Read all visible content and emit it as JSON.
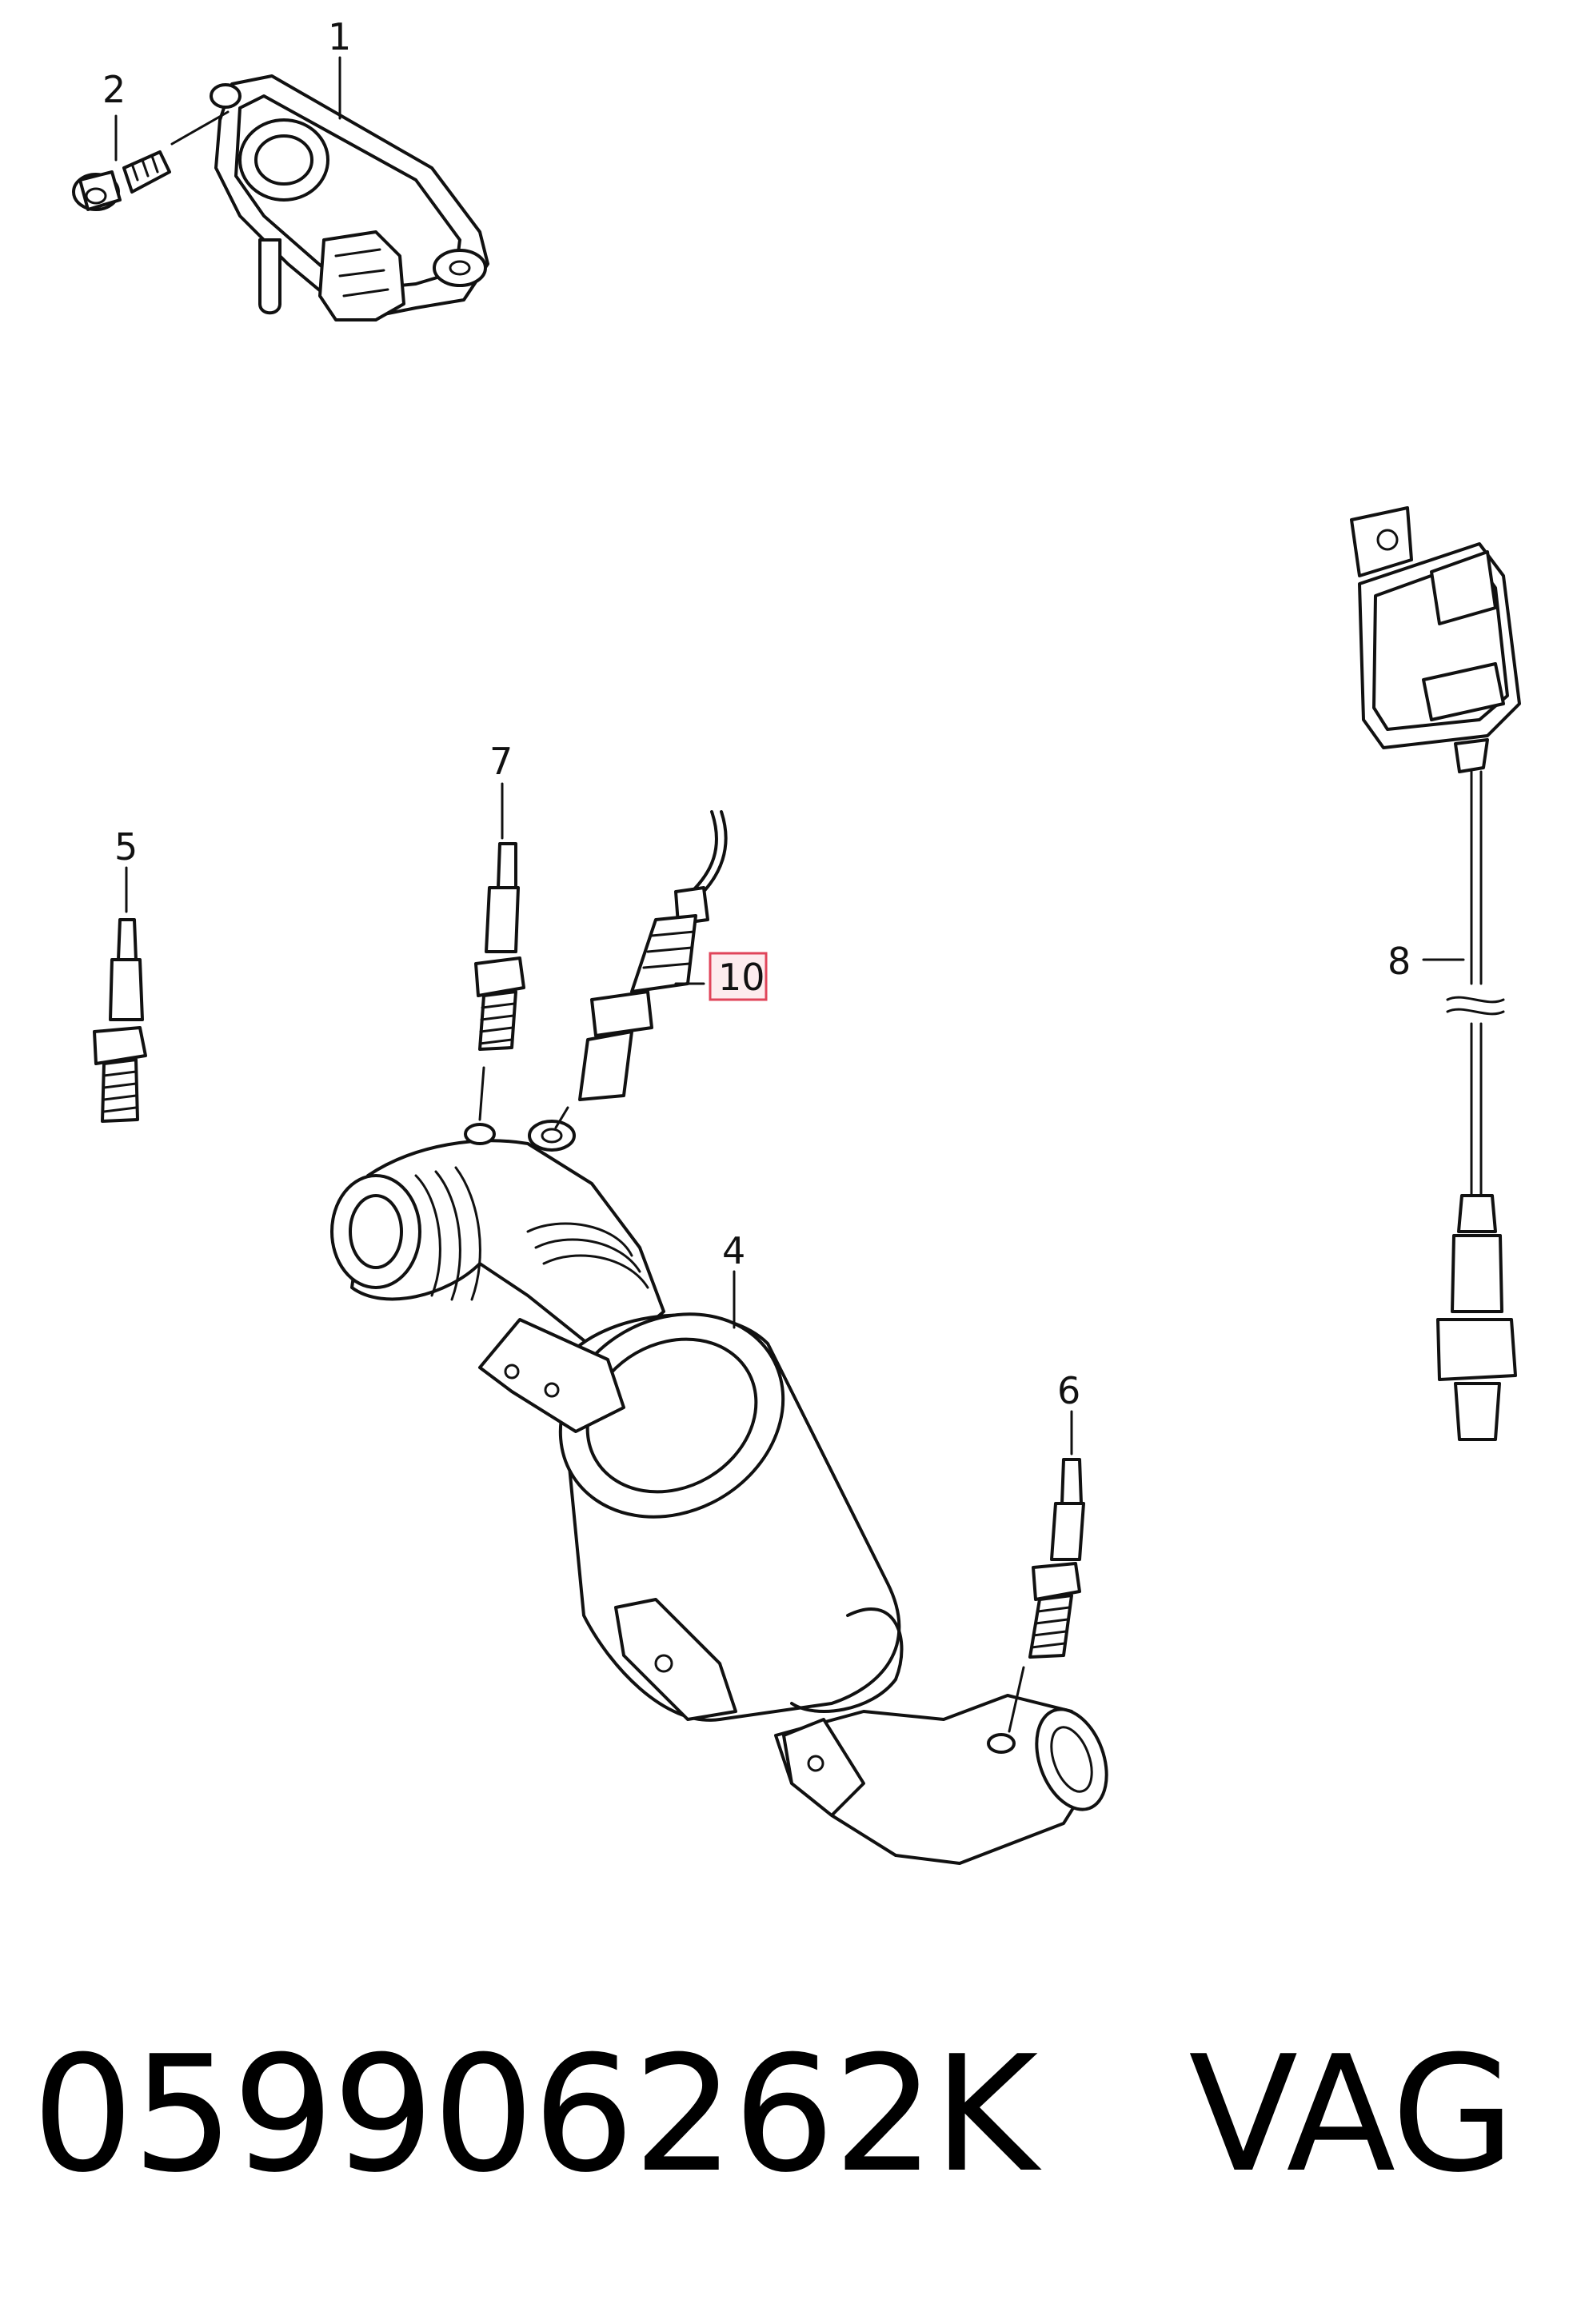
{
  "callouts": {
    "c1": "1",
    "c2": "2",
    "c4": "4",
    "c5": "5",
    "c6": "6",
    "c7": "7",
    "c8": "8",
    "c10": "10"
  },
  "highlight_color": "#e0455a",
  "caption": {
    "part_number": "059906262K",
    "brand": "VAG"
  }
}
